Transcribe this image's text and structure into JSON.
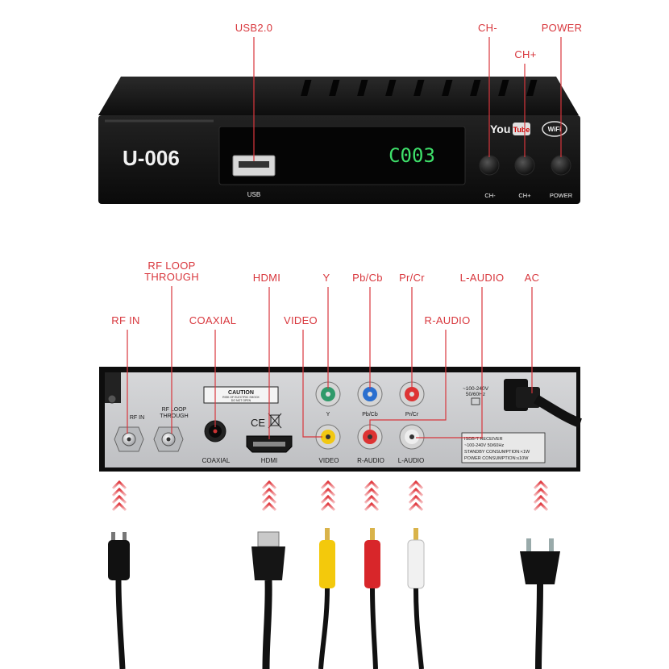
{
  "front": {
    "model": "U-006",
    "display": "C003",
    "usb_label": "USB",
    "btn_ch_minus": "CH-",
    "btn_ch_plus": "CH+",
    "btn_power": "POWER",
    "logo_you": "You",
    "logo_tube": "Tube",
    "logo_wifi": "WiFi"
  },
  "callouts_front": {
    "usb": "USB2.0",
    "ch_minus": "CH-",
    "ch_plus": "CH+",
    "power": "POWER"
  },
  "callouts_rear": {
    "rf_loop_1": "RF LOOP",
    "rf_loop_2": "THROUGH",
    "hdmi": "HDMI",
    "y": "Y",
    "pb": "Pb/Cb",
    "pr": "Pr/Cr",
    "l_audio": "L-AUDIO",
    "ac": "AC",
    "rf_in": "RF IN",
    "coaxial": "COAXIAL",
    "video": "VIDEO",
    "r_audio": "R-AUDIO"
  },
  "rear": {
    "rf_in": "RF IN",
    "rf_loop_1": "RF LOOP",
    "rf_loop_2": "THROUGH",
    "caution": "CAUTION",
    "caution_sub_1": "RISK OF ELECTRIC SHOCK",
    "caution_sub_2": "DO NOT OPEN",
    "ce": "CE",
    "coaxial": "COAXIAL",
    "hdmi": "HDMI",
    "video": "VIDEO",
    "r_audio": "R-AUDIO",
    "l_audio": "L-AUDIO",
    "y": "Y",
    "pb": "Pb/Cb",
    "pr": "Pr/Cr",
    "voltage_1": "~100-240V",
    "voltage_2": "50/60Hz",
    "spec_1": "ISDB-T RECEIVER",
    "spec_2": "~100-240V 50/60Hz",
    "spec_3": "STANDBY CONSUMPTION:<1W",
    "spec_4": "POWER CONSUMPTION:≤10W"
  },
  "colors": {
    "callout": "#d8363c",
    "body": "#141414",
    "panel": "#cfd0d2",
    "display": "#3ee06a"
  }
}
